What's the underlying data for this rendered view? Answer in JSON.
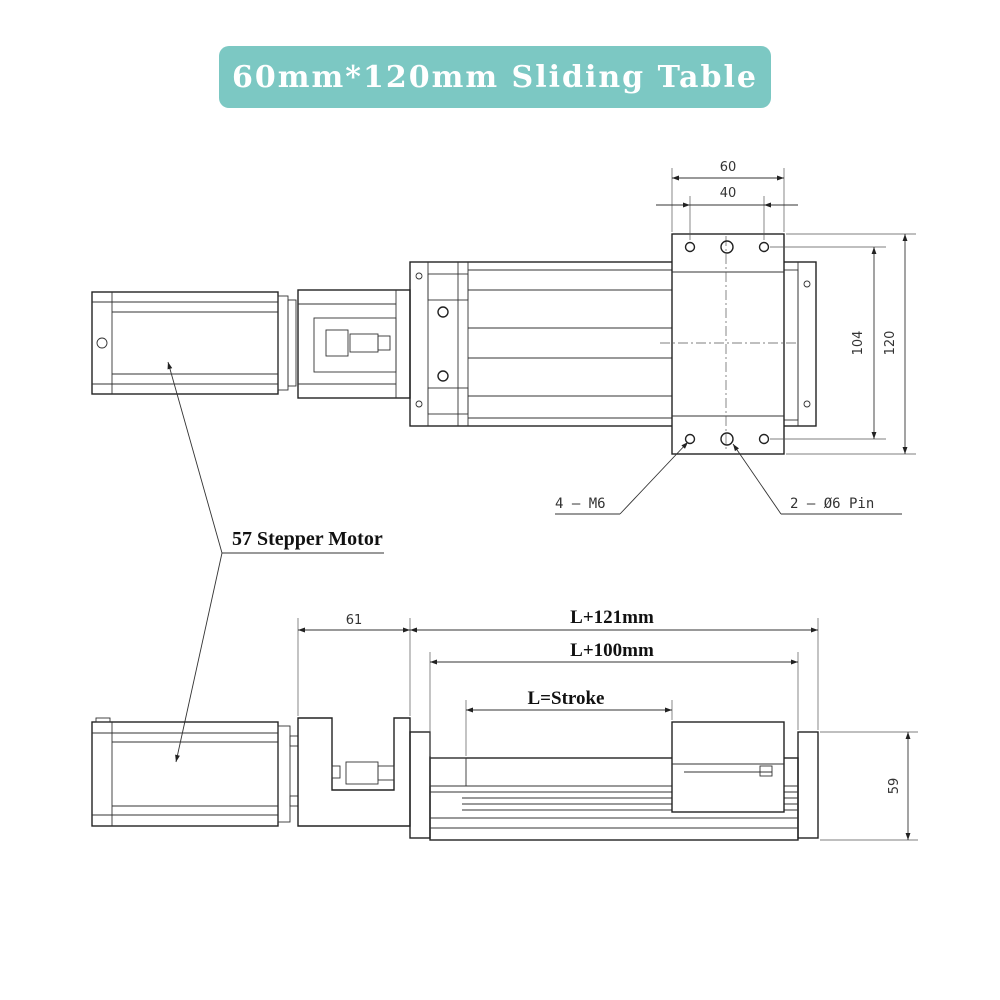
{
  "title": "60mm*120mm Sliding Table",
  "colors": {
    "banner": "#7cc8c3",
    "line": "#222222"
  },
  "top_view": {
    "dim_width_outer": "60",
    "dim_width_inner": "40",
    "dim_height_inner": "104",
    "dim_height_outer": "120",
    "callout_holes": "4 – M6",
    "callout_pins": "2 – Ø6 Pin"
  },
  "motor_label": "57 Stepper Motor",
  "side_view": {
    "dim_coupler": "61",
    "dim_total": "L+121mm",
    "dim_rail": "L+100mm",
    "dim_stroke": "L=Stroke",
    "dim_height": "59"
  }
}
